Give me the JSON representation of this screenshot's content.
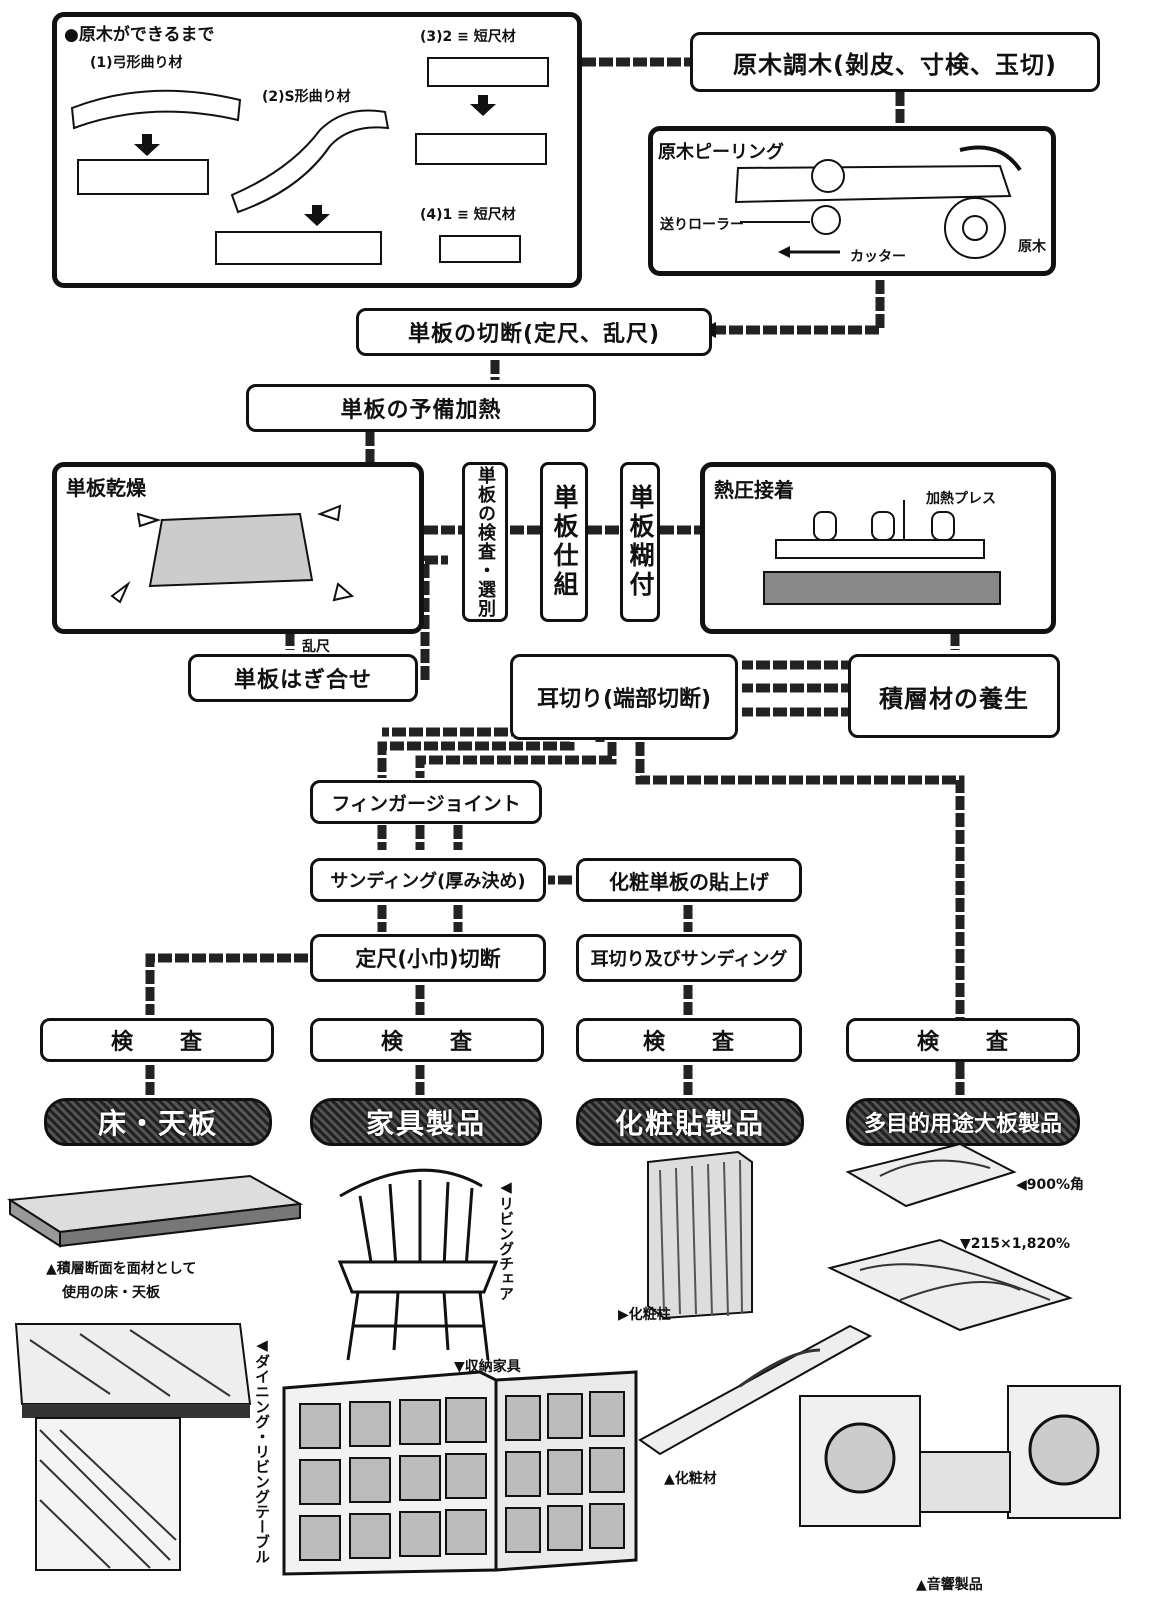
{
  "log_section": {
    "title": "●原木ができるまで",
    "item1": "(1)弓形曲り材",
    "item2": "(2)S形曲り材",
    "item3": "(3)2 ≡ 短尺材",
    "item4": "(4)1 ≡ 短尺材"
  },
  "steps": {
    "log_prep": "原木調木(剝皮、寸検、玉切)",
    "peeling_title": "原木ピーリング",
    "peeling_roller": "送りローラー",
    "peeling_cutter": "カッター",
    "peeling_log": "原木",
    "veneer_cut": "単板の切断(定尺、乱尺)",
    "preheat": "単板の予備加熱",
    "drying": "単板乾燥",
    "inspect_select": "単板の検査・選別",
    "assembly": "単板仕組",
    "glue": "単板糊付",
    "hotpress_title": "熱圧接着",
    "hotpress_press": "加熱プレス",
    "random_len": "乱尺",
    "splice": "単板はぎ合せ",
    "edge_trim": "耳切り(端部切断)",
    "curing": "積層材の養生",
    "finger_joint": "フィンガージョイント",
    "sanding": "サンディング(厚み決め)",
    "overlay": "化粧単板の貼上げ",
    "cut_size": "定尺(小巾)切断",
    "trim_sand": "耳切り及びサンディング",
    "inspection": "検　　査"
  },
  "categories": {
    "floor": "床・天板",
    "furniture": "家具製品",
    "overlay": "化粧貼製品",
    "multipurpose": "多目的用途大板製品"
  },
  "captions": {
    "floor_caption_1": "▲積層断面を面材として",
    "floor_caption_2": "使用の床・天板",
    "dining_table": "◀ダイニング・リビングテーブル",
    "living_chair": "◀リビングチェア",
    "storage": "▼収納家具",
    "pillar": "▶化粧柱",
    "overlay_material": "▲化粧材",
    "size1": "◀900%角",
    "size2": "▼215×1,820%",
    "audio": "▲音響製品"
  }
}
